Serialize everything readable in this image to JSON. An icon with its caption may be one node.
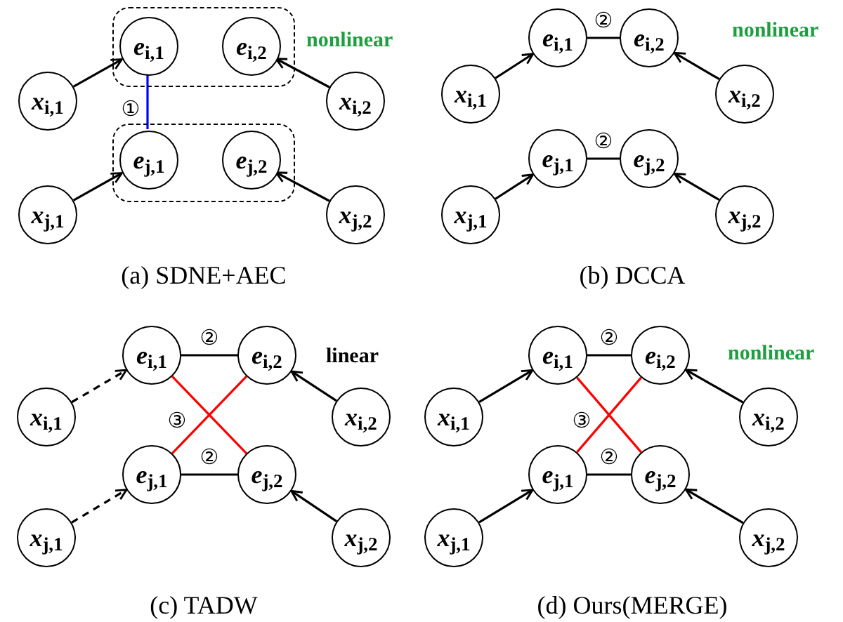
{
  "diagram": {
    "nodes": [
      {
        "text": [],
        "shape": "box"
      },
      {
        "text": [
          "*e*$_{i,1}$"
        ],
        "in": 0
      },
      {
        "text": [
          "*e*$_{i,2}$"
        ],
        "in": 0
      },
      {
        "text": [
          "*x*$_{i,1}$"
        ]
      },
      {
        "text": [
          "*x*$_{i,2}$"
        ]
      },
      {
        "text": [],
        "shape": "box"
      },
      {
        "text": [
          "*e*$_{j,1}$"
        ],
        "in": 5
      },
      {
        "text": [
          "*e*$_{j,2}$"
        ],
        "in": 5
      },
      {
        "text": [
          "*x*$_{j,1}$"
        ]
      },
      {
        "text": [
          "*x*$_{j,2}$"
        ]
      },
      {
        "text": [
          "*e*$_{i,1}$"
        ]
      },
      {
        "text": [
          "*e*$_{i,2}$"
        ]
      },
      {
        "text": [
          "*x*$_{i,1}$"
        ]
      },
      {
        "text": [
          "*x*$_{i,2}$"
        ]
      },
      {
        "text": [
          "*e*$_{j,1}$"
        ]
      },
      {
        "text": [
          "*e*$_{j,2}$"
        ]
      },
      {
        "text": [
          "*x*$_{j,1}$"
        ]
      },
      {
        "text": [
          "*x*$_{j,2}$"
        ]
      },
      {
        "text": [
          "*e*$_{i,1}$"
        ]
      },
      {
        "text": [
          "*e*$_{i,2}$"
        ]
      },
      {
        "text": [
          "*x*$_{i,1}$"
        ]
      },
      {
        "text": [
          "*x*$_{i,2}$"
        ]
      },
      {
        "text": [
          "*e*$_{j,1}$"
        ]
      },
      {
        "text": [
          "*e*$_{j,2}$"
        ]
      },
      {
        "text": [
          "*x*$_{j,1}$"
        ]
      },
      {
        "text": [
          "*x*$_{j,2}$"
        ]
      },
      {
        "text": [
          "*e*$_{i,1}$"
        ]
      },
      {
        "text": [
          "*e*$_{i,2}$"
        ]
      },
      {
        "text": [
          "*x*$_{i,1}$"
        ]
      },
      {
        "text": [
          "*x*$_{i,2}$"
        ]
      },
      {
        "text": [
          "*e*$_{j,1}$"
        ]
      },
      {
        "text": [
          "*e*$_{j,2}$"
        ]
      },
      {
        "text": [
          "*x*$_{j,1}$"
        ]
      },
      {
        "text": [
          "*x*$_{j,2}$"
        ]
      }
    ],
    "edges": [
      {
        "from": 3,
        "to": 1,
        "arrow": "to"
      },
      {
        "from": 4,
        "to": 2,
        "arrow": "to"
      },
      {
        "from": 8,
        "to": 6,
        "arrow": "to"
      },
      {
        "from": 9,
        "to": 7,
        "arrow": "to"
      },
      {
        "from": 1,
        "to": 6,
        "arrow": "none",
        "label": "①",
        "color": "#0000ff"
      },
      {
        "from": 12,
        "to": 10,
        "arrow": "to"
      },
      {
        "from": 13,
        "to": 11,
        "arrow": "to"
      },
      {
        "from": 16,
        "to": 14,
        "arrow": "to"
      },
      {
        "from": 17,
        "to": 15,
        "arrow": "to"
      },
      {
        "from": 10,
        "to": 11,
        "arrow": "none",
        "label": "②"
      },
      {
        "from": 14,
        "to": 15,
        "arrow": "none",
        "label": "②"
      },
      {
        "from": 20,
        "to": 18,
        "arrow": "to",
        "style": "dashed"
      },
      {
        "from": 21,
        "to": 19,
        "arrow": "to"
      },
      {
        "from": 24,
        "to": 22,
        "arrow": "to",
        "style": "dashed"
      },
      {
        "from": 25,
        "to": 23,
        "arrow": "to"
      },
      {
        "from": 18,
        "to": 19,
        "arrow": "none",
        "label": "②"
      },
      {
        "from": 22,
        "to": 23,
        "arrow": "none",
        "label": "②"
      },
      {
        "from": 18,
        "to": 23,
        "arrow": "none",
        "label": "③",
        "color": "#ff0000"
      },
      {
        "from": 19,
        "to": 22,
        "arrow": "none",
        "color": "#ff0000"
      },
      {
        "from": 28,
        "to": 26,
        "arrow": "to"
      },
      {
        "from": 29,
        "to": 27,
        "arrow": "to"
      },
      {
        "from": 32,
        "to": 30,
        "arrow": "to"
      },
      {
        "from": 33,
        "to": 31,
        "arrow": "to"
      },
      {
        "from": 26,
        "to": 27,
        "arrow": "none",
        "label": "②"
      },
      {
        "from": 30,
        "to": 31,
        "arrow": "none",
        "label": "②"
      },
      {
        "from": 26,
        "to": 31,
        "arrow": "none",
        "label": "③",
        "color": "#ff0000"
      },
      {
        "from": 27,
        "to": 30,
        "arrow": "none",
        "color": "#ff0000"
      }
    ],
    "labels": [
      "nonlinear",
      "(a) SDNE+AEC",
      "nonlinear",
      "(b) DCCA",
      "linear",
      "(c) TADW",
      "nonlinear",
      "(d) Ours(MERGE)"
    ]
  }
}
